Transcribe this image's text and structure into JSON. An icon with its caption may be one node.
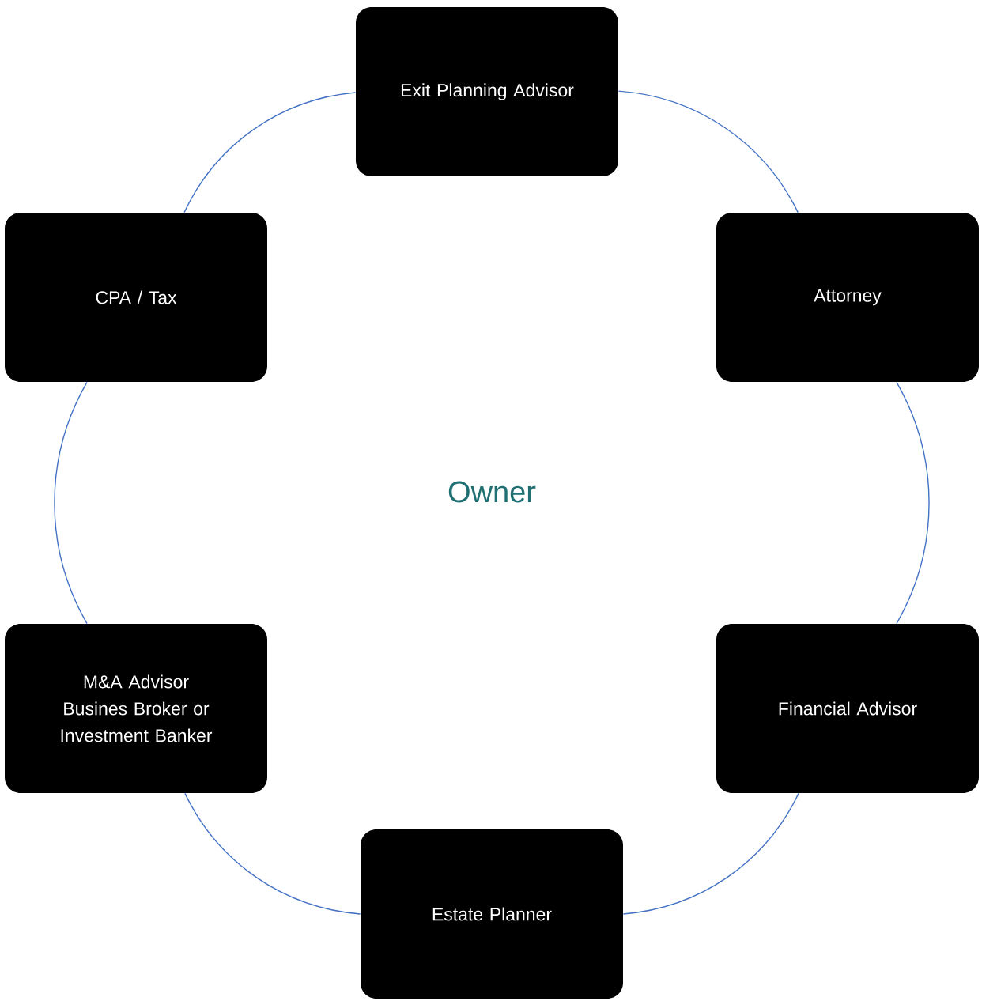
{
  "diagram": {
    "nodes": [
      {
        "text": [
          "Exit Planning Advisor"
        ]
      },
      {
        "text": [
          "Attorney"
        ]
      },
      {
        "text": [
          "Financial Advisor"
        ]
      },
      {
        "text": [
          "Estate Planner"
        ]
      },
      {
        "text": [
          "M&A Advisor Busines Broker or Investment Banker"
        ]
      },
      {
        "text": [
          "CPA / Tax"
        ]
      }
    ],
    "edges": [
      {
        "from": 0,
        "to": 1,
        "arrow": "none"
      },
      {
        "from": 1,
        "to": 2,
        "arrow": "none"
      },
      {
        "from": 2,
        "to": 3,
        "arrow": "none"
      },
      {
        "from": 3,
        "to": 4,
        "arrow": "none"
      },
      {
        "from": 4,
        "to": 5,
        "arrow": "none"
      },
      {
        "from": 5,
        "to": 0,
        "arrow": "none"
      }
    ],
    "labels": [
      "Owner"
    ]
  }
}
